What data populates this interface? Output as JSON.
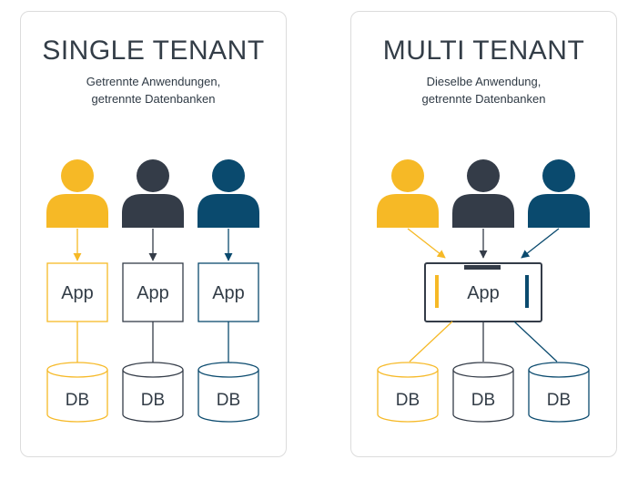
{
  "colors": {
    "yellow": "#f6b926",
    "dark": "#343c48",
    "blue": "#0a4a6e",
    "panel_border": "#dcdcdc"
  },
  "single_tenant": {
    "title": "SINGLE TENANT",
    "subtitle_line1": "Getrennte Anwendungen,",
    "subtitle_line2": "getrennte Datenbanken",
    "app_label": "App",
    "db_label": "DB"
  },
  "multi_tenant": {
    "title": "MULTI TENANT",
    "subtitle_line1": "Dieselbe Anwendung,",
    "subtitle_line2": "getrennte Datenbanken",
    "app_label": "App",
    "db_label": "DB"
  }
}
